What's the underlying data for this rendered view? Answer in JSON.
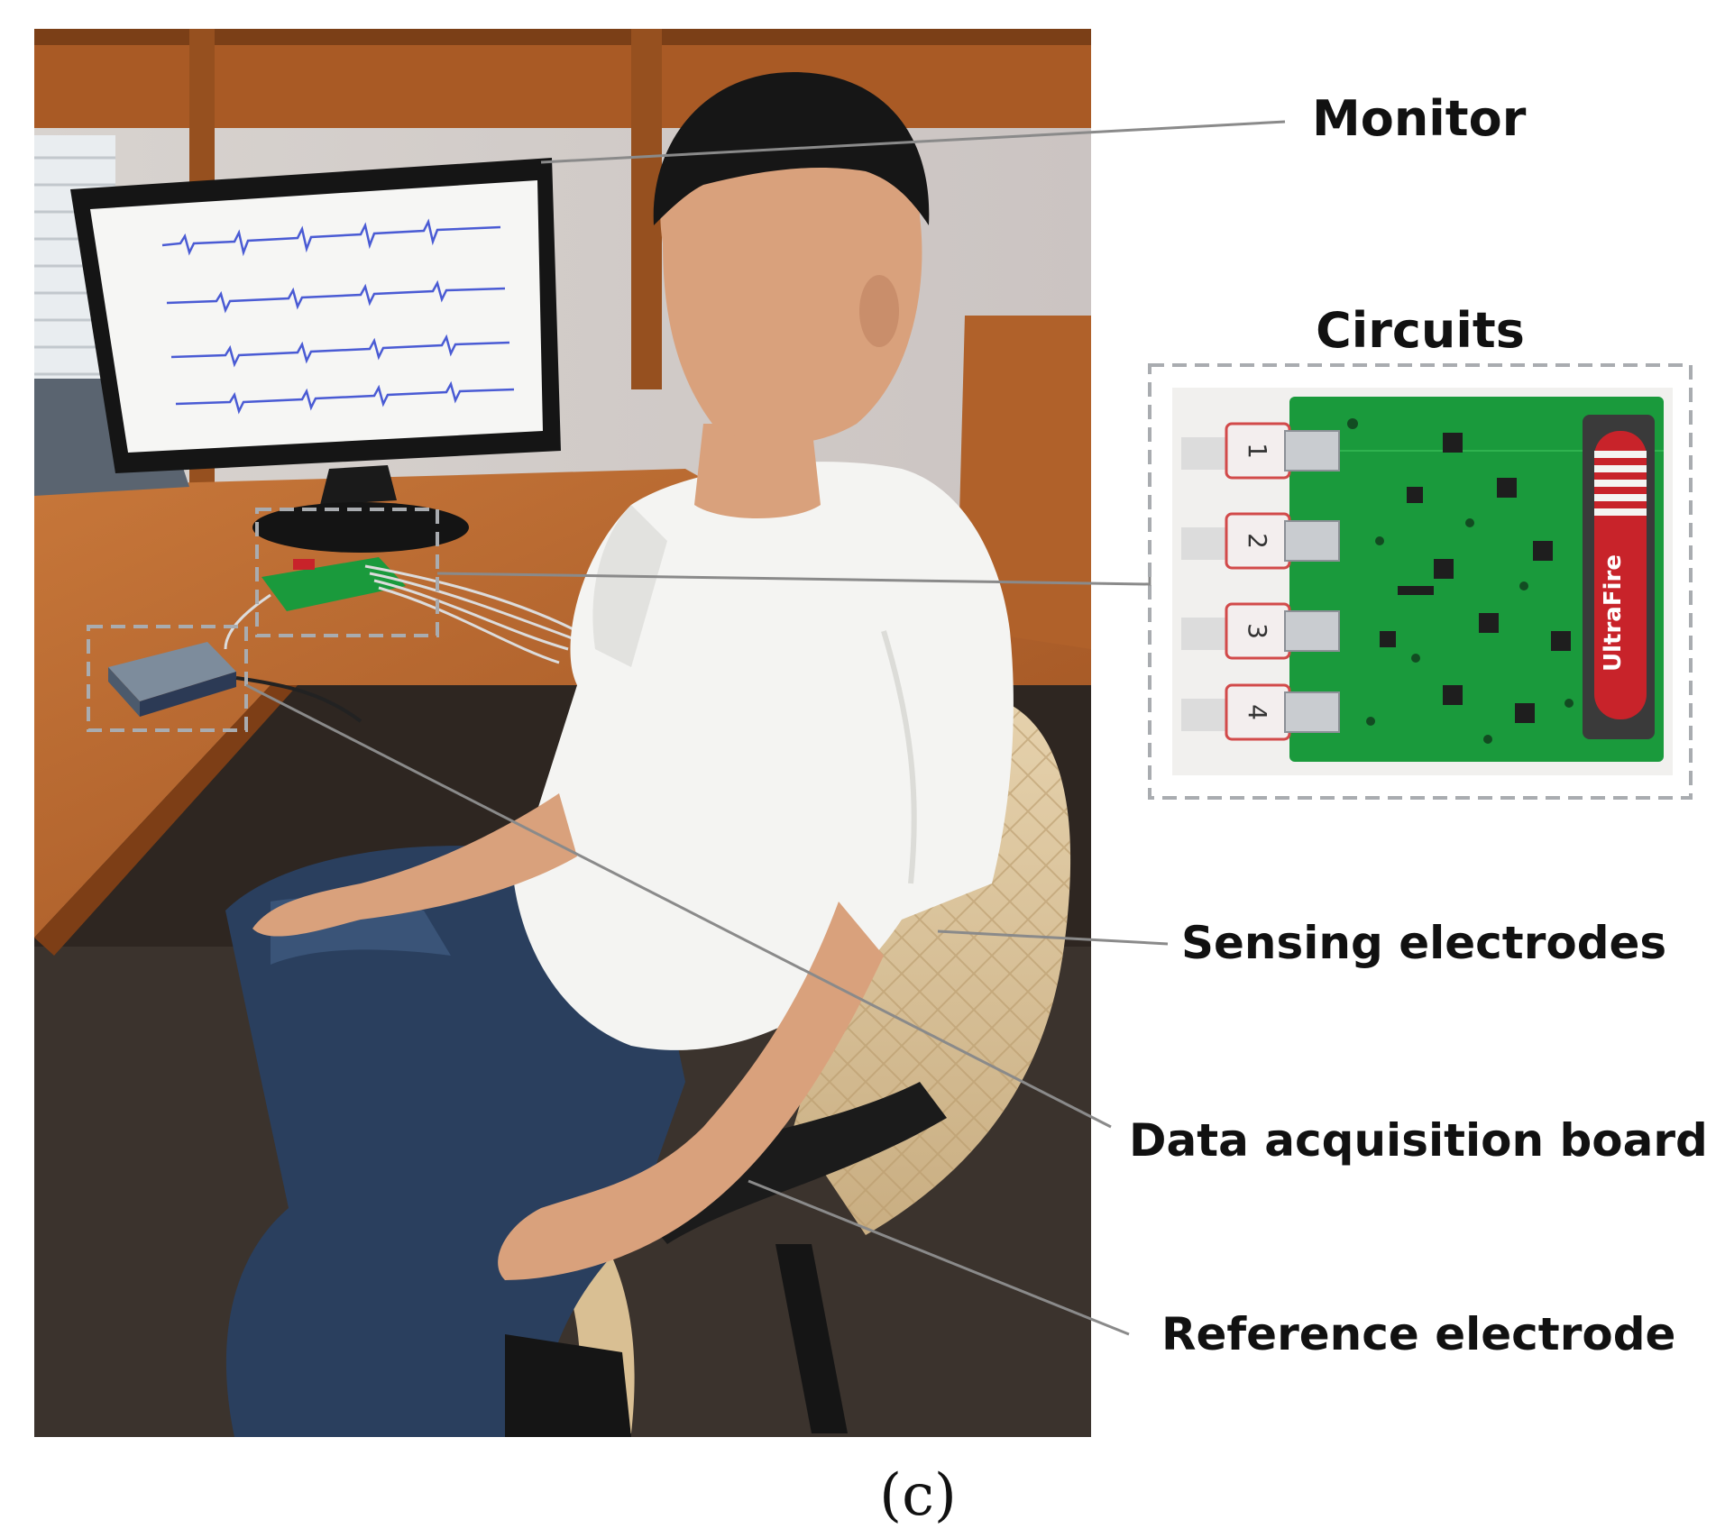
{
  "labels": {
    "monitor": "Monitor",
    "circuits": "Circuits",
    "sensing": "Sensing electrodes",
    "daq": "Data acquisition board",
    "reference": "Reference electrode"
  },
  "panel_label": "(c)",
  "pcb_ports": [
    "1",
    "2",
    "3",
    "4"
  ],
  "battery_text": "UltraFire",
  "colors": {
    "pcb": "#1a9a3c",
    "desk": "#b5642a",
    "shirt": "#f4f4f2",
    "jeans": "#2a3f5e",
    "leader": "#8a8a8a",
    "battery": "#c8232a"
  }
}
